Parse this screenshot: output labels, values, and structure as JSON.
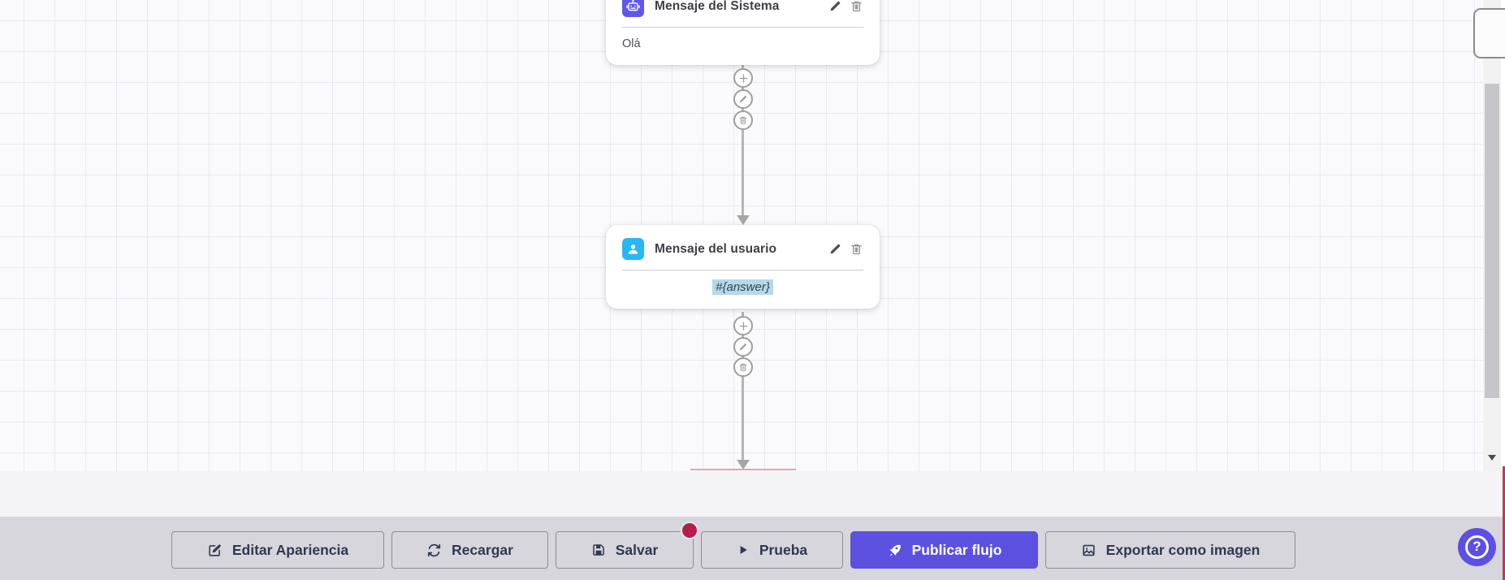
{
  "flow": {
    "nodes": [
      {
        "id": "system-message",
        "title": "Mensaje del Sistema",
        "content": "Olá",
        "icon": "robot-icon",
        "icon_color": "#6157e8",
        "content_align": "left"
      },
      {
        "id": "user-message",
        "title": "Mensaje del usuario",
        "content": "#{answer}",
        "icon": "user-icon",
        "icon_color": "#29b7ef",
        "content_align": "center",
        "content_is_variable": true
      }
    ],
    "node_actions": [
      "edit",
      "delete"
    ],
    "connector_actions": [
      "add",
      "edit",
      "delete"
    ]
  },
  "toolbar": {
    "buttons": [
      {
        "label": "Editar Apariencia",
        "icon": "edit-square-icon",
        "style": "outline"
      },
      {
        "label": "Recargar",
        "icon": "refresh-icon",
        "style": "outline"
      },
      {
        "label": "Salvar",
        "icon": "save-icon",
        "style": "outline",
        "unsaved_badge": true
      },
      {
        "label": "Prueba",
        "icon": "play-icon",
        "style": "outline"
      },
      {
        "label": "Publicar flujo",
        "icon": "rocket-icon",
        "style": "primary"
      },
      {
        "label": "Exportar como imagen",
        "icon": "image-icon",
        "style": "outline"
      }
    ]
  },
  "help_button": {
    "label": "?",
    "icon": "question-icon"
  },
  "colors": {
    "accent_primary": "#5b50e0",
    "help_fab": "#5b4fe5",
    "system_node_icon": "#6157e8",
    "user_node_icon": "#29b7ef",
    "unsaved_badge": "#b41e4c",
    "variable_highlight": "#b4d9ea",
    "toolbar_band": "#d6d6dc",
    "canvas_grid": "#e9e9f2"
  }
}
